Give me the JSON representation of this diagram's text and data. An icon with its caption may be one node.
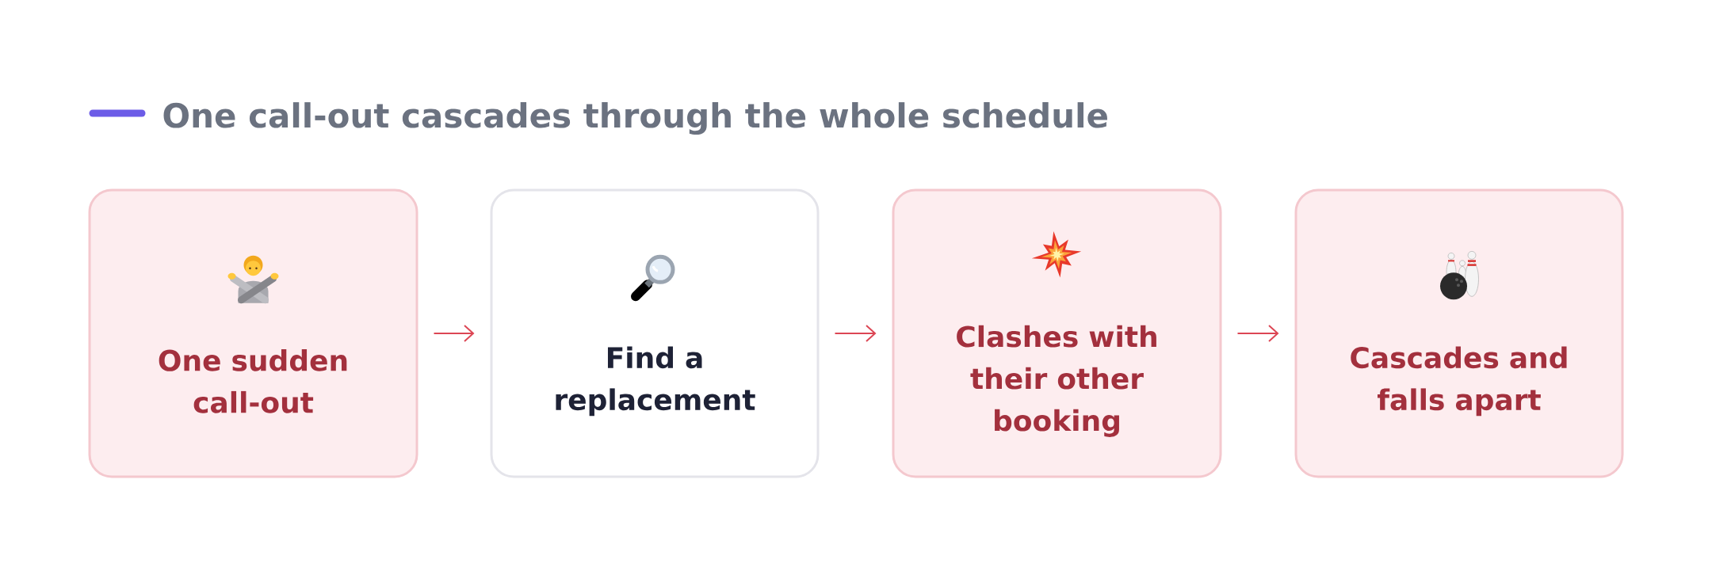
{
  "diagram": {
    "title": "One call-out cascades through the whole schedule",
    "nodes": [
      {
        "text": [
          "One sudden call-out"
        ]
      },
      {
        "text": [
          "Find a replacement"
        ]
      },
      {
        "text": [
          "Clashes with their other booking"
        ]
      },
      {
        "text": [
          "Cascades and falls apart"
        ]
      }
    ],
    "edges": [
      {
        "from": 0,
        "to": 1,
        "arrow": "to"
      },
      {
        "from": 1,
        "to": 2,
        "arrow": "to"
      },
      {
        "from": 2,
        "to": 3,
        "arrow": "to"
      }
    ]
  }
}
